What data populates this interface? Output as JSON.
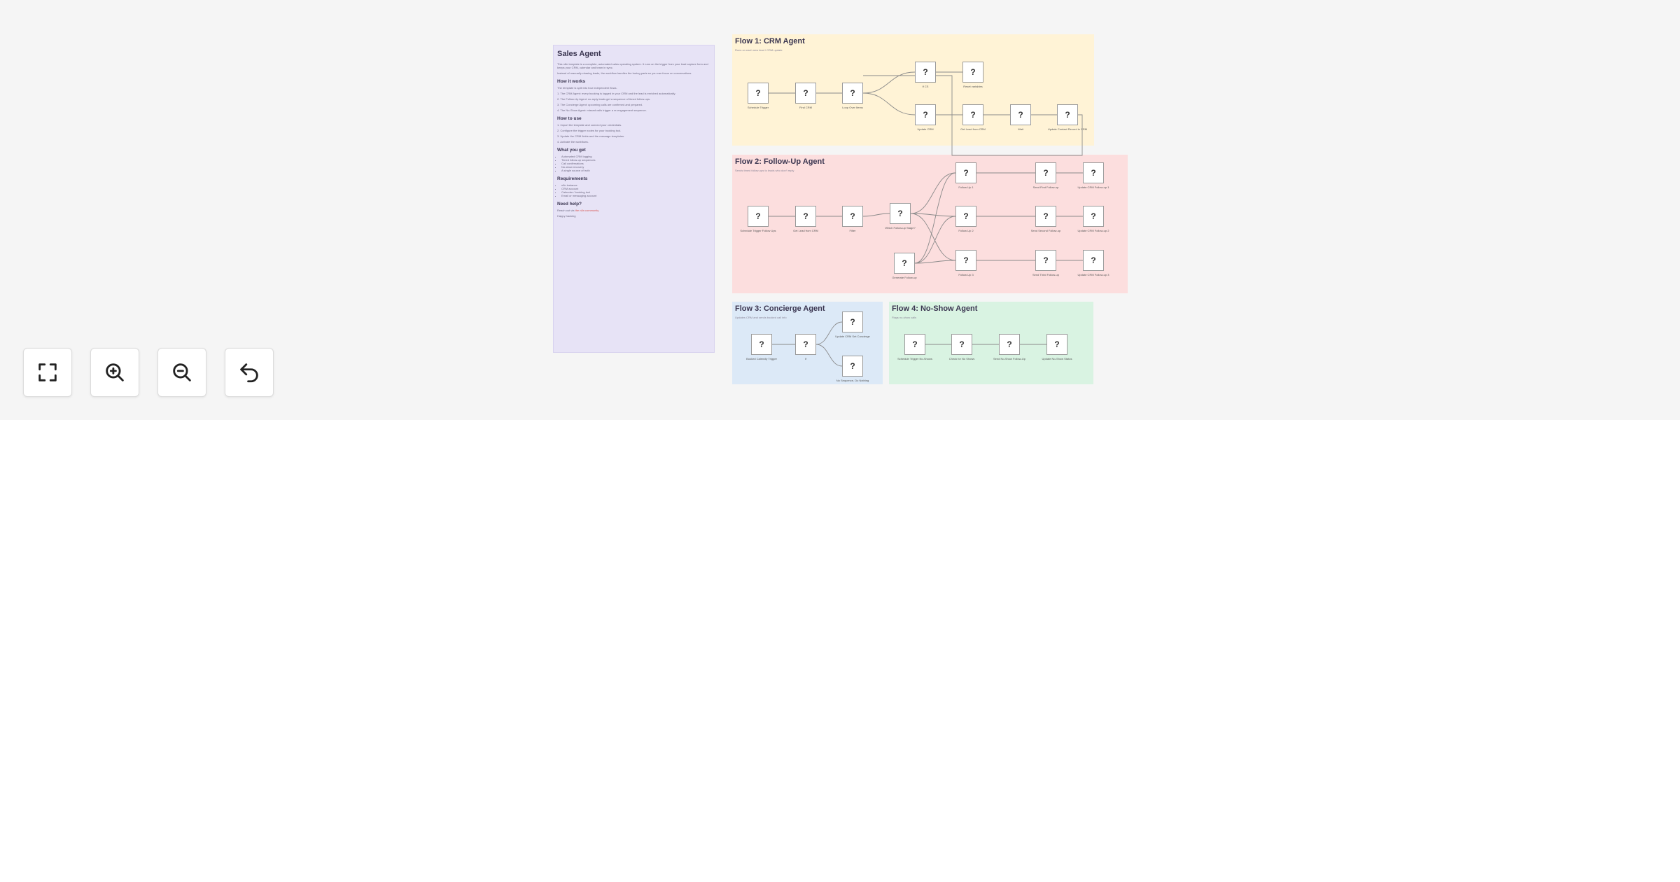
{
  "sticky": {
    "title": "Sales Agent",
    "intro": [
      "This n8n template is a complete, automated sales operating system. It runs on the trigger from your lead capture form and keeps your CRM, calendar and team in sync.",
      "Instead of manually chasing leads, the workflow handles the boring parts so you can focus on conversations."
    ],
    "how_title": "How it works",
    "how_intro": "The template is split into four independent flows.",
    "how_paragraphs": [
      "1. The CRM Agent: every booking is logged in your CRM and the lead is enriched automatically.",
      "2. The Follow-Up Agent: no-reply leads get a sequence of timed follow-ups.",
      "3. The Concierge Agent: upcoming calls are confirmed and prepared.",
      "4. The No-Show Agent: missed calls trigger a re-engagement sequence."
    ],
    "use_title": "How to use",
    "use_items": [
      "1. Import the template and connect your credentials.",
      "2. Configure the trigger nodes for your booking tool.",
      "3. Update the CRM fields and the message templates.",
      "4. Activate the workflows."
    ],
    "get_title": "What you get",
    "get_items": [
      "Automated CRM logging",
      "Timed follow-up sequences",
      "Call confirmations",
      "No-show recovery",
      "A single source of truth"
    ],
    "req_title": "Requirements",
    "req_items": [
      "n8n instance",
      "CRM account",
      "Calendar / booking tool",
      "Email or messaging account"
    ],
    "help_title": "Need help?",
    "help_text": "Reach out via",
    "help_link": "the n8n community",
    "help_tail": "Happy hacking"
  },
  "groups": [
    {
      "id": "flow1",
      "title": "Flow 1: CRM Agent",
      "subtitle": "Runs on each new lead / CRM update",
      "color": "#fff3d6"
    },
    {
      "id": "flow2",
      "title": "Flow 2: Follow-Up Agent",
      "subtitle": "Sends timed follow-ups to leads who don't reply",
      "color": "#fcdede"
    },
    {
      "id": "flow3",
      "title": "Flow 3: Concierge Agent",
      "subtitle": "Updates CRM and sends booked call info",
      "color": "#dce9f7"
    },
    {
      "id": "flow4",
      "title": "Flow 4: No-Show Agent",
      "subtitle": "Flags no-show calls",
      "color": "#d9f3e2"
    }
  ],
  "nodes": [
    {
      "id": "f1n1",
      "label": "Schedule Trigger"
    },
    {
      "id": "f1n2",
      "label": "Find CRM"
    },
    {
      "id": "f1n3",
      "label": "Loop Over Items"
    },
    {
      "id": "f1n4",
      "label": "If CS"
    },
    {
      "id": "f1n5",
      "label": "Reset variables"
    },
    {
      "id": "f1n6",
      "label": "Update CRM"
    },
    {
      "id": "f1n7",
      "label": "Get Lead from CRM"
    },
    {
      "id": "f1n8",
      "label": "Wait"
    },
    {
      "id": "f1n9",
      "label": "Update Contact Record in CRM"
    },
    {
      "id": "f2n1",
      "label": "Schedule Trigger Follow Ups"
    },
    {
      "id": "f2n2",
      "label": "Get Lead from CRM"
    },
    {
      "id": "f2n3",
      "label": "Filter"
    },
    {
      "id": "f2n4",
      "label": "Which Follow-up Stage?"
    },
    {
      "id": "f2n5",
      "label": "Generate Follow-up"
    },
    {
      "id": "f2n6",
      "label": "Follow-Up 1"
    },
    {
      "id": "f2n7",
      "label": "Send First Follow-up"
    },
    {
      "id": "f2n8",
      "label": "Update CRM Follow-up 1"
    },
    {
      "id": "f2n9",
      "label": "Follow-Up 2"
    },
    {
      "id": "f2n10",
      "label": "Send Second Follow-up"
    },
    {
      "id": "f2n11",
      "label": "Update CRM Follow-up 2"
    },
    {
      "id": "f2n12",
      "label": "Follow-Up 3"
    },
    {
      "id": "f2n13",
      "label": "Send Third Follow-up"
    },
    {
      "id": "f2n14",
      "label": "Update CRM Follow-up 3"
    },
    {
      "id": "f3n1",
      "label": "Booked Calendly Trigger"
    },
    {
      "id": "f3n2",
      "label": "If"
    },
    {
      "id": "f3n3",
      "label": "Update CRM Set Concierge"
    },
    {
      "id": "f3n4",
      "label": "No Sequence, Do Nothing"
    },
    {
      "id": "f4n1",
      "label": "Schedule Trigger No-Shows"
    },
    {
      "id": "f4n2",
      "label": "Check for No Shows"
    },
    {
      "id": "f4n3",
      "label": "Send No-Show Follow-Up"
    },
    {
      "id": "f4n4",
      "label": "Update No-Show Status"
    }
  ],
  "controls": [
    {
      "id": "fit",
      "label": "Fit view",
      "icon": "fullscreen-icon"
    },
    {
      "id": "zin",
      "label": "Zoom in",
      "icon": "zoom-in-icon"
    },
    {
      "id": "zout",
      "label": "Zoom out",
      "icon": "zoom-out-icon"
    },
    {
      "id": "undo",
      "label": "Reset zoom",
      "icon": "undo-icon"
    }
  ],
  "node_placeholder": "?"
}
